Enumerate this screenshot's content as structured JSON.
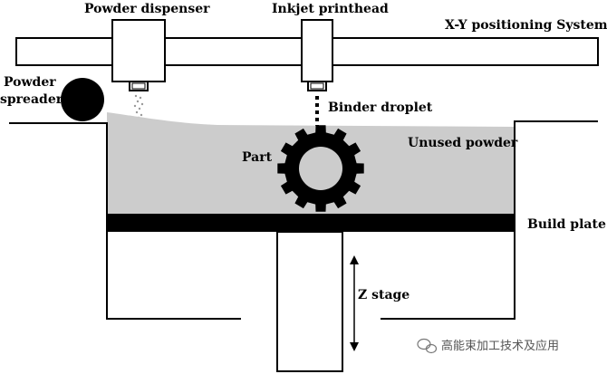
{
  "labels": {
    "powder_dispenser": "Powder dispenser",
    "inkjet_printhead": "Inkjet printhead",
    "xy_system": "X-Y positioning System",
    "powder_spreader_line1": "Powder",
    "powder_spreader_line2": "spreader",
    "binder_droplet": "Binder droplet",
    "unused_powder": "Unused powder",
    "part": "Part",
    "build_plate": "Build plate",
    "z_stage": "Z stage"
  },
  "watermark": {
    "text": "高能束加工技术及应用",
    "icon": "wechat-icon"
  },
  "colors": {
    "powder": "#cccccc",
    "outline": "#000000",
    "background": "#ffffff"
  }
}
